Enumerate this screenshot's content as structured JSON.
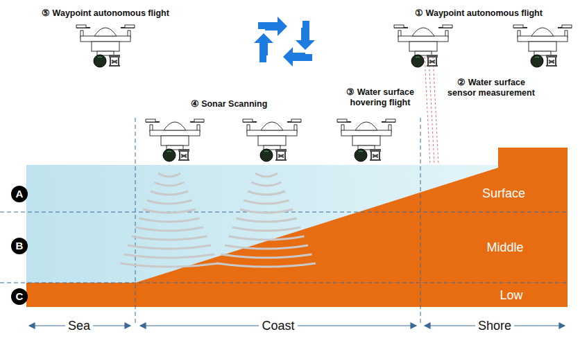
{
  "diagram": {
    "labels": [
      "⑤ Waypoint autonomous flight",
      "① Waypoint autonomous flight",
      "② Water surface sensor measurement",
      "③ Water surface hovering flight",
      "④ Sonar Scanning",
      "A",
      "B",
      "C",
      "Surface",
      "Middle",
      "Low",
      "Sea",
      "Coast",
      "Shore"
    ]
  }
}
